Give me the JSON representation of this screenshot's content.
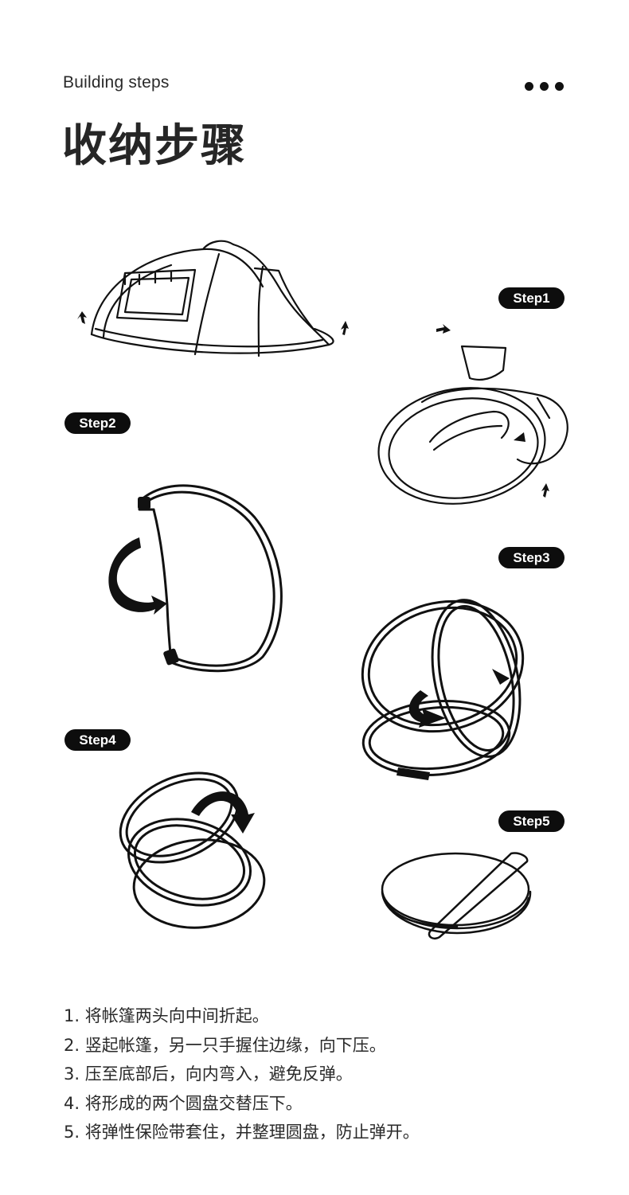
{
  "header": {
    "subtitle": "Building steps",
    "title": "收纳步骤",
    "menu_icon": "more-dots-icon"
  },
  "steps": [
    {
      "label": "Step1"
    },
    {
      "label": "Step2"
    },
    {
      "label": "Step3"
    },
    {
      "label": "Step4"
    },
    {
      "label": "Step5"
    }
  ],
  "instructions": [
    "1. 将帐篷两头向中间折起。",
    "2. 竖起帐篷，另一只手握住边缘，向下压。",
    "3. 压至底部后，向内弯入，避免反弹。",
    "4. 将形成的两个圆盘交替压下。",
    "5. 将弹性保险带套住，并整理圆盘，防止弹开。"
  ],
  "colors": {
    "ink": "#111111",
    "background": "#ffffff",
    "label_bg": "#0d0d0d",
    "label_text": "#ffffff"
  }
}
